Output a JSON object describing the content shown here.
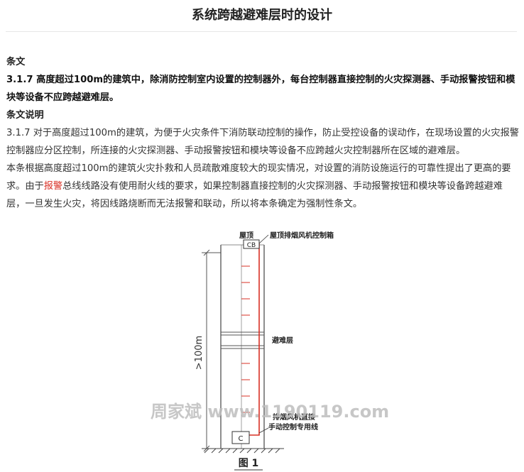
{
  "title": "系统跨越避难层时的设计",
  "clause_heading": "条文",
  "clause_text": "3.1.7 高度超过100m的建筑中，除消防控制室内设置的控制器外，每台控制器直接控制的火灾探测器、手动报警按钮和模块等设备不应跨越避难层。",
  "explanation_heading": "条文说明",
  "explanation_p1": "3.1.7 对于高度超过100m的建筑，为便于火灾条件下消防联动控制的操作，防止受控设备的误动作，在现场设置的火灾报警控制器应分区控制，所连接的火灾探测器、手动报警按钮和模块等设备不应跨越火灾控制器所在区域的避难层。",
  "explanation_p2_part1": "本条根据高度超过100m的建筑火灾扑救和人员疏散难度较大的现实情况，对设置的消防设施运行的可靠性提出了更高的要求。由于",
  "explanation_p2_keyword": "报警",
  "explanation_p2_part2": "总线线路没有使用耐火线的要求，如果控制器直接控制的火灾探测器、手动报警按钮和模块等设备跨越避难层，一旦发生火灾，将因线路烧断而无法报警和联动，所以将本条确定为强制性条文。",
  "figure": {
    "label_roof": "屋顶",
    "label_roof_box": "屋顶排烟风机控制箱",
    "box_cb": "CB",
    "box_c": "C",
    "label_refuge": "避难层",
    "label_fan_line_1": "排烟风机直接",
    "label_fan_line_2": "手动控制专用线",
    "height_label": ">100m",
    "caption": "图 1",
    "watermark": "周家斌 www.1190119.com"
  },
  "colors": {
    "accent_red": "#d93025",
    "text": "#333333"
  }
}
